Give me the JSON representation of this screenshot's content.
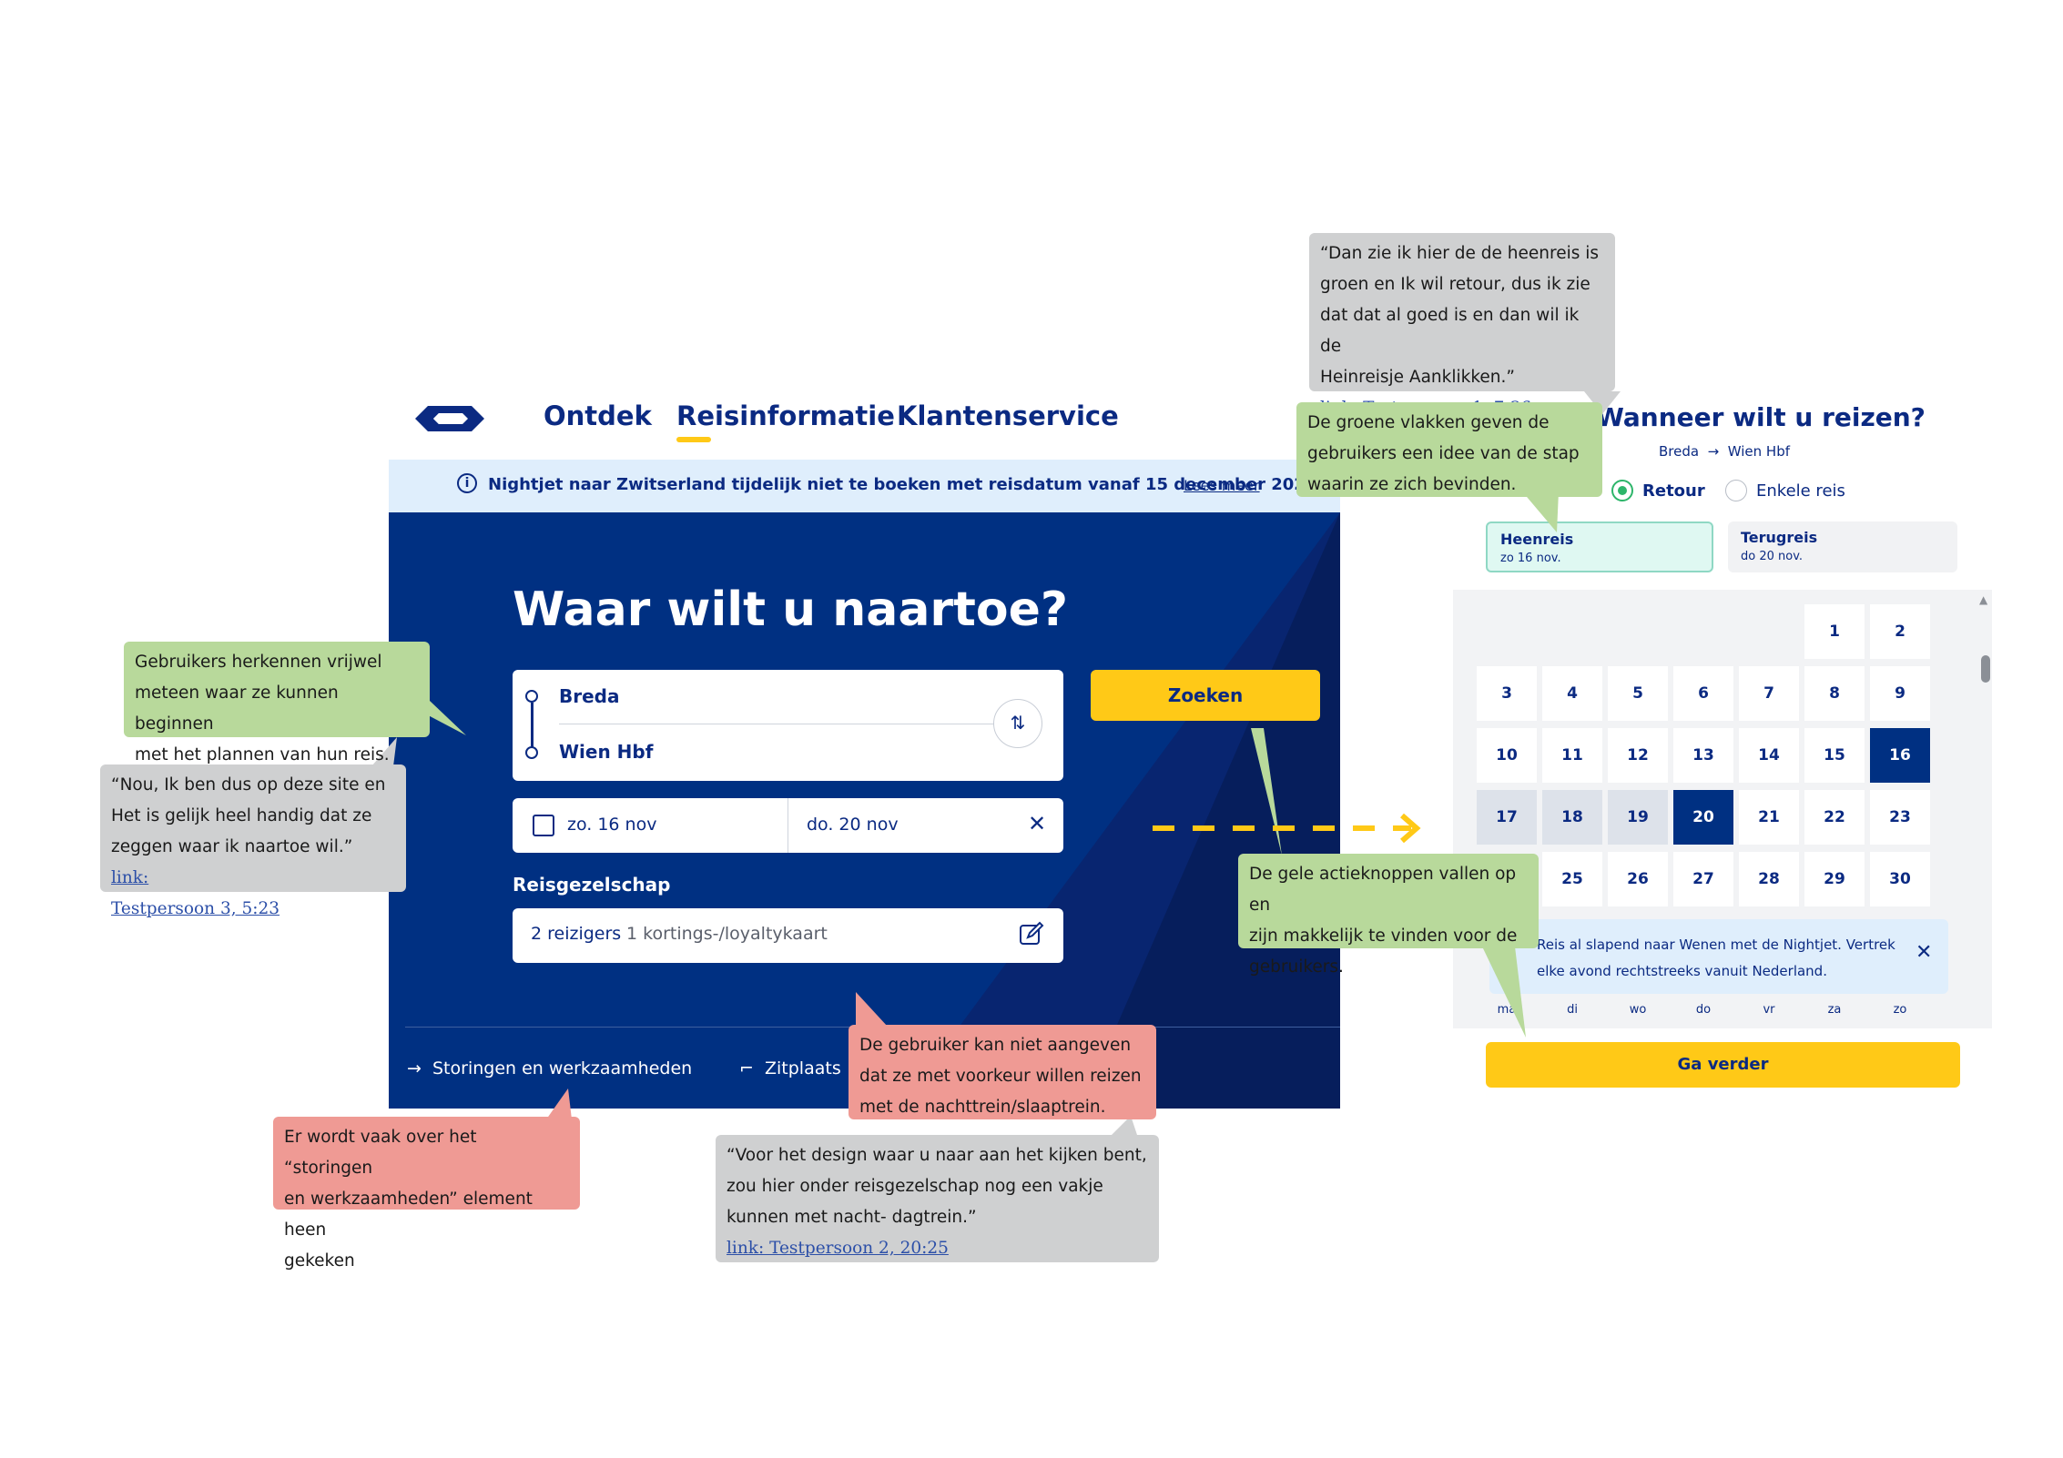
{
  "nav": {
    "items": [
      "Ontdek",
      "Reisinformatie",
      "Klantenservice"
    ]
  },
  "notice": {
    "text": "Nightjet naar Zwitserland tijdelijk niet te boeken met reisdatum vanaf 15 december 2025",
    "link": "Lees meer"
  },
  "hero": {
    "title": "Waar wilt u naartoe?",
    "from": "Breda",
    "to": "Wien Hbf",
    "search_label": "Zoeken",
    "date_out": "zo. 16 nov",
    "date_return": "do. 20 nov",
    "group_label": "Reisgezelschap",
    "travellers": "2 reizigers",
    "cards": "1 kortings-/loyaltykaart",
    "footer_links": [
      "Storingen en werkzaamheden",
      "Zitplaats"
    ]
  },
  "panel": {
    "title": "Wanneer wilt u reizen?",
    "route_from": "Breda",
    "route_to": "Wien Hbf",
    "trip_types": [
      "Retour",
      "Enkele reis"
    ],
    "selected_trip_type": "Retour",
    "steps": [
      {
        "title": "Heenreis",
        "date": "zo 16 nov."
      },
      {
        "title": "Terugreis",
        "date": "do 20 nov."
      }
    ],
    "calendar_weeks": [
      [
        "",
        "",
        "",
        "",
        "",
        "1",
        "2"
      ],
      [
        "3",
        "4",
        "5",
        "6",
        "7",
        "8",
        "9"
      ],
      [
        "10",
        "11",
        "12",
        "13",
        "14",
        "15",
        "16"
      ],
      [
        "17",
        "18",
        "19",
        "20",
        "21",
        "22",
        "23"
      ],
      [
        "",
        "25",
        "26",
        "27",
        "28",
        "29",
        "30"
      ]
    ],
    "selected_start": "16",
    "selected_end": "20",
    "range_days": [
      "17",
      "18",
      "19"
    ],
    "night_notice": "Reis al slapend naar Wenen met de Nightjet. Vertrek elke avond rechtstreeks vanuit Nederland.",
    "weekdays": [
      "ma",
      "di",
      "wo",
      "do",
      "vr",
      "za",
      "zo"
    ],
    "continue_label": "Ga verder"
  },
  "annotations": [
    {
      "kind": "green",
      "lines": [
        "Gebruikers herkennen vrijwel",
        "meteen waar ze kunnen beginnen",
        "met het plannen van hun reis."
      ]
    },
    {
      "kind": "grey",
      "lines": [
        "“Nou, Ik ben dus op deze site en",
        "Het is gelijk heel handig dat ze",
        "zeggen waar ik naartoe wil.” "
      ],
      "link": [
        "link:",
        "Testpersoon 3, 5:23"
      ]
    },
    {
      "kind": "red",
      "lines": [
        "Er wordt vaak over het “storingen",
        "en werkzaamheden” element heen",
        "gekeken"
      ]
    },
    {
      "kind": "red",
      "lines": [
        "De gebruiker kan niet aangeven",
        "dat ze met voorkeur willen reizen",
        "met de nachttrein/slaaptrein."
      ]
    },
    {
      "kind": "grey",
      "lines": [
        "“Voor het design waar u naar aan het kijken bent,",
        "zou hier onder reisgezelschap nog een vakje",
        "kunnen met nacht- dagtrein.”"
      ],
      "link": [
        "link: Testpersoon 2, 20:25"
      ]
    },
    {
      "kind": "green",
      "lines": [
        "De gele actieknoppen vallen op en",
        "zijn makkelijk te vinden voor de",
        "gebruikers."
      ]
    },
    {
      "kind": "grey",
      "lines": [
        "“Dan zie ik hier de de heenreis is",
        "groen en Ik wil retour, dus ik zie",
        "dat dat al goed is en dan wil ik de",
        "Heinreisje Aanklikken.”"
      ],
      "link": [
        "link: Testpersoon 1, 7:36"
      ]
    },
    {
      "kind": "green",
      "lines": [
        "De groene vlakken geven de",
        "gebruikers een idee van de stap",
        "waarin ze zich bevinden."
      ]
    }
  ],
  "colors": {
    "ns_blue": "#003082",
    "ns_yellow": "#ffc917",
    "bubble_green": "#b8d99b",
    "bubble_grey": "#cfd0d1",
    "bubble_red": "#ef9a94"
  }
}
